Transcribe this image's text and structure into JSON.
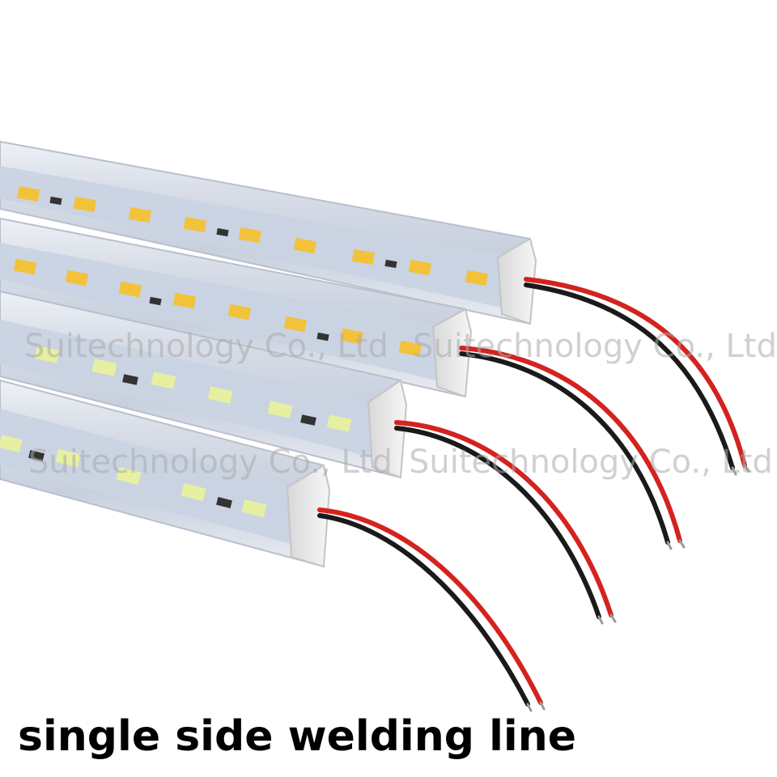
{
  "caption": "single side welding line",
  "watermark": "Suitechnology Co., Ltd",
  "colors": {
    "background": "#ffffff",
    "led_warm": "#f2c23a",
    "led_cool": "#e6f0a0",
    "wire_red": "#d4231f",
    "wire_black": "#1a1a1a",
    "pcb": "#c9d3e2"
  },
  "strips": [
    {
      "led_tone": "warm"
    },
    {
      "led_tone": "warm"
    },
    {
      "led_tone": "cool"
    },
    {
      "led_tone": "cool"
    }
  ]
}
